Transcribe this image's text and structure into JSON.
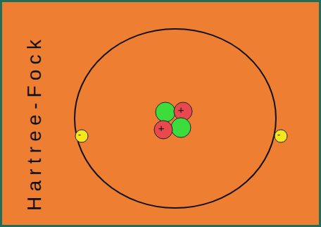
{
  "diagram": {
    "labels": [
      "Hartree-Fock",
      "-",
      "-",
      "+",
      "+"
    ]
  }
}
